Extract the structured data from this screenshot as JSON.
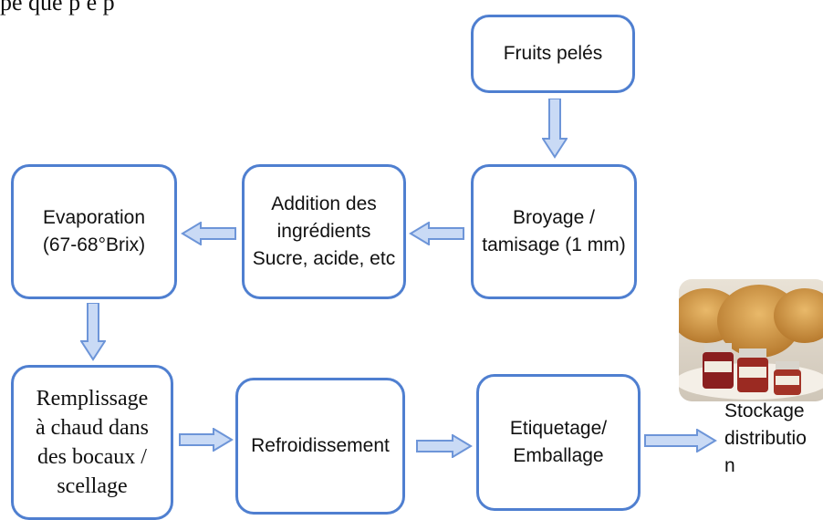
{
  "colors": {
    "box_border": "#4f7fd0",
    "arrow_fill": "#c9daf5",
    "arrow_stroke": "#6d95d8"
  },
  "top_text": "pe que p e          p",
  "boxes": {
    "fruits": "Fruits pelés",
    "broyage": "Broyage /\ntamisage (1 mm)",
    "addition": "Addition des\ningrédients\nSucre, acide, etc",
    "evaporation": "Evaporation\n(67-68°Brix)",
    "remplissage": "Remplissage\nà chaud dans\ndes bocaux /\nscellage",
    "refroidissement": "Refroidissement",
    "etiquetage": "Etiquetage/\nEmballage"
  },
  "final": {
    "caption": "Stockage\ndistributio\nn",
    "image_icon": "jam-jars-with-bread-photo"
  }
}
